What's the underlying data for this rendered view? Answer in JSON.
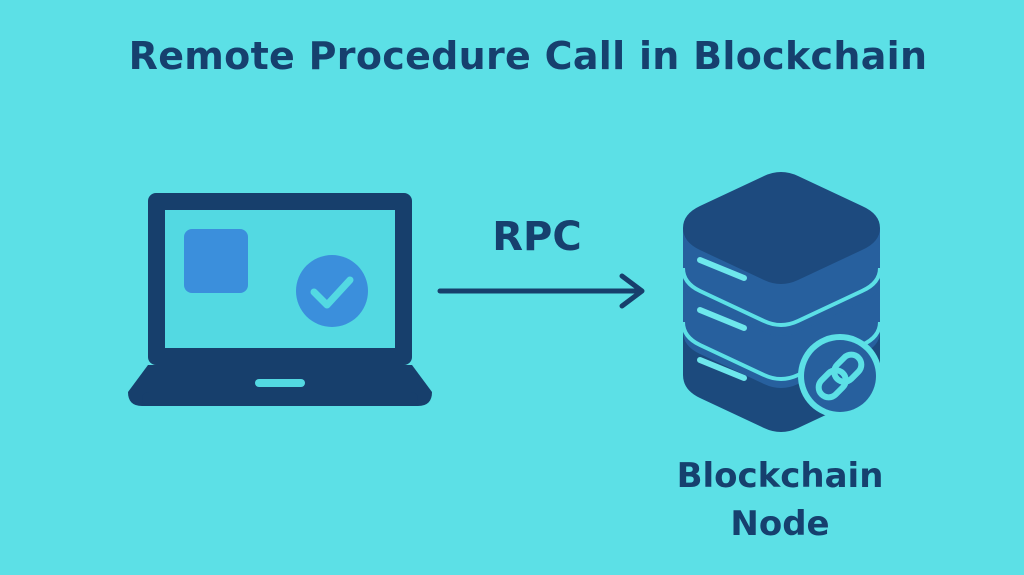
{
  "title": "Remote Procedure Call in Blockchain",
  "arrow": {
    "label": "RPC"
  },
  "node": {
    "label_line1": "Blockchain",
    "label_line2": "Node"
  },
  "colors": {
    "background": "#5ce0e6",
    "dark_navy": "#173f6c",
    "screen_fill": "#53d9e2",
    "accent_blue": "#3b8fdc",
    "server_mid": "#27609e",
    "server_top": "#1d4a7e",
    "server_line": "#6ee7ec"
  },
  "icons": {
    "client": "laptop-icon",
    "node": "server-stack-icon",
    "check": "check-circle-icon",
    "chain": "chain-link-icon"
  }
}
